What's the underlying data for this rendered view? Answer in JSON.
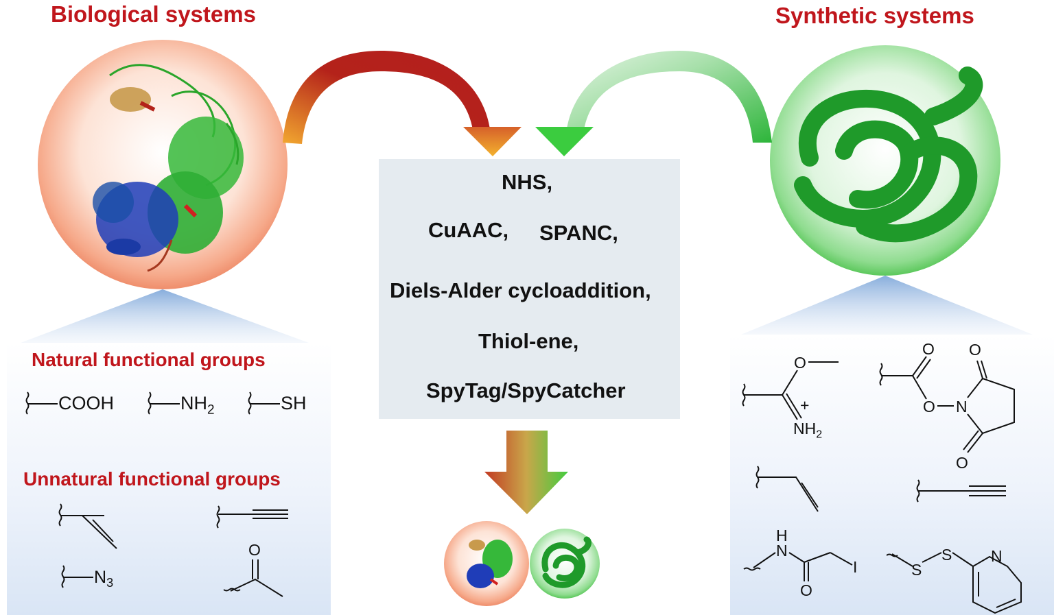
{
  "titles": {
    "biological": "Biological systems",
    "synthetic": "Synthetic systems"
  },
  "methods": {
    "nhs": "NHS,",
    "cuaac": "CuAAC,",
    "spanc": "SPANC,",
    "diels_alder": "Diels-Alder cycloaddition,",
    "thiol_ene": "Thiol-ene,",
    "spytag": "SpyTag/SpyCatcher"
  },
  "natural_groups": {
    "title": "Natural functional groups",
    "cooh": "COOH",
    "nh2": "NH",
    "nh2_sub": "2",
    "sh": "SH"
  },
  "unnatural_groups": {
    "title": "Unnatural functional groups",
    "azide": "N",
    "azide_sub": "3",
    "ketone_o": "O"
  },
  "synthetic_groups": {
    "imidate_o": "O",
    "imidate_plus": "+",
    "imidate_nh": "NH",
    "imidate_nh_sub": "2",
    "nhs_o1": "O",
    "nhs_o2": "O",
    "nhs_o3": "O",
    "nhs_o4": "O",
    "nhs_n": "N",
    "iodo_h": "H",
    "iodo_n": "N",
    "iodo_o": "O",
    "iodo_i": "I",
    "pyr_s1": "S",
    "pyr_s2": "S",
    "pyr_n": "N"
  },
  "colors": {
    "title_red": "#c0161c",
    "protein_green": "#2aa52a",
    "polymer_green": "#1f9a2a"
  }
}
